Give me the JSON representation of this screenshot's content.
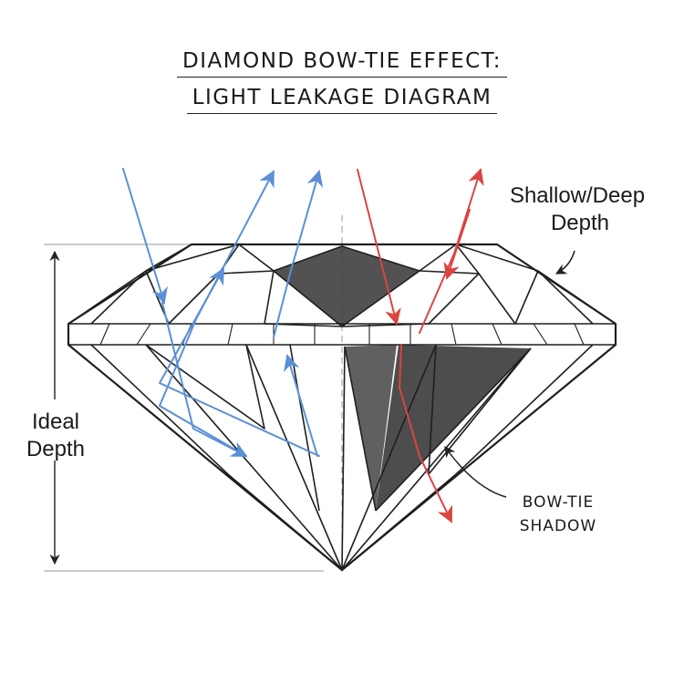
{
  "title": {
    "line1": "DIAMOND BOW-TIE EFFECT:",
    "line2": "LIGHT LEAKAGE DIAGRAM"
  },
  "labels": {
    "shallow_deep_line1": "Shallow/Deep",
    "shallow_deep_line2": "Depth",
    "ideal_line1": "Ideal",
    "ideal_line2": "Depth",
    "bowtie_line1": "BOW-TIE",
    "bowtie_line2": "SHADOW"
  },
  "colors": {
    "outline": "#1f1f1f",
    "shadow": "#3a3a3a",
    "good_light": "#5b8fd6",
    "leaked_light": "#d9453f",
    "guide": "#999999"
  }
}
